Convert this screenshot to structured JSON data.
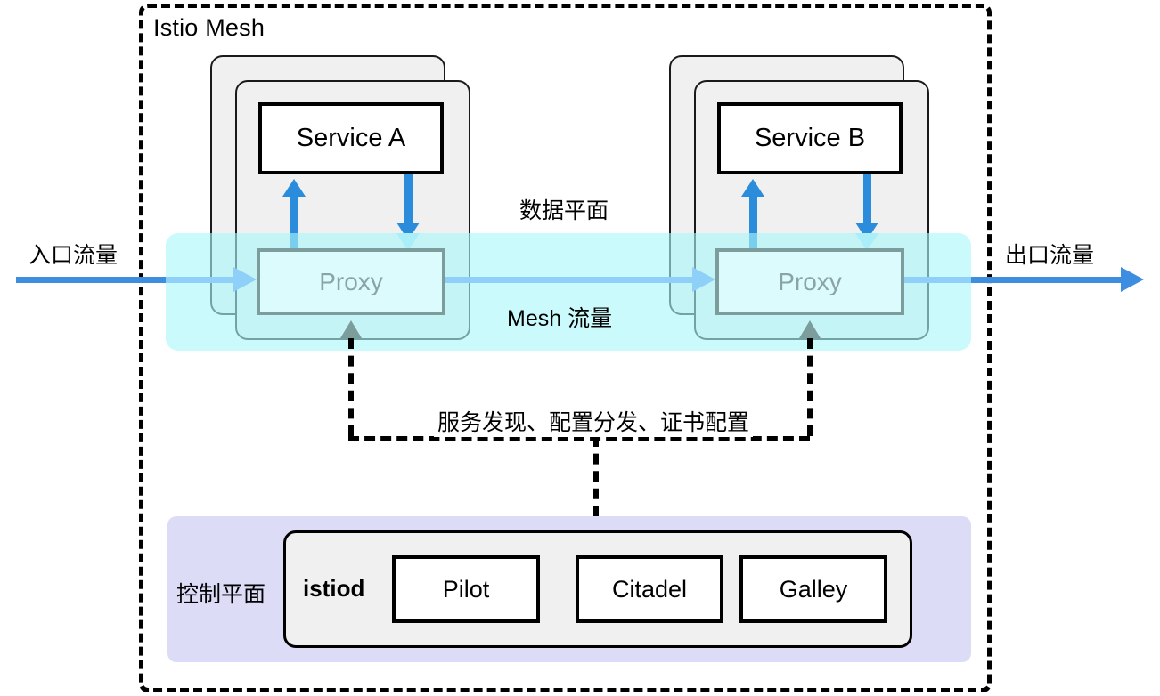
{
  "diagram": {
    "title": "Istio Mesh",
    "labels": {
      "data_plane": "数据平面",
      "mesh_traffic": "Mesh 流量",
      "config_flow": "服务发现、配置分发、证书配置",
      "ingress": "入口流量",
      "egress": "出口流量",
      "control_plane": "控制平面"
    },
    "pods": [
      {
        "service": "Service A",
        "proxy": "Proxy"
      },
      {
        "service": "Service B",
        "proxy": "Proxy"
      }
    ],
    "control_plane": {
      "daemon": "istiod",
      "components": [
        "Pilot",
        "Citadel",
        "Galley"
      ]
    },
    "colors": {
      "mesh_border": "#000000",
      "pod_fill": "#f0f0f0",
      "service_border": "#000000",
      "data_plane_band": "#aaf7fa",
      "proxy_fill": "#dbfbfd",
      "proxy_border": "#7d9d9d",
      "proxy_text": "#8aa3a6",
      "traffic_arrow": "#2b8cdb",
      "traffic_arrow_faded": "#8ed0f7",
      "control_plane_panel": "#dcdcf7",
      "istiod_fill": "#f0f0f0"
    }
  }
}
